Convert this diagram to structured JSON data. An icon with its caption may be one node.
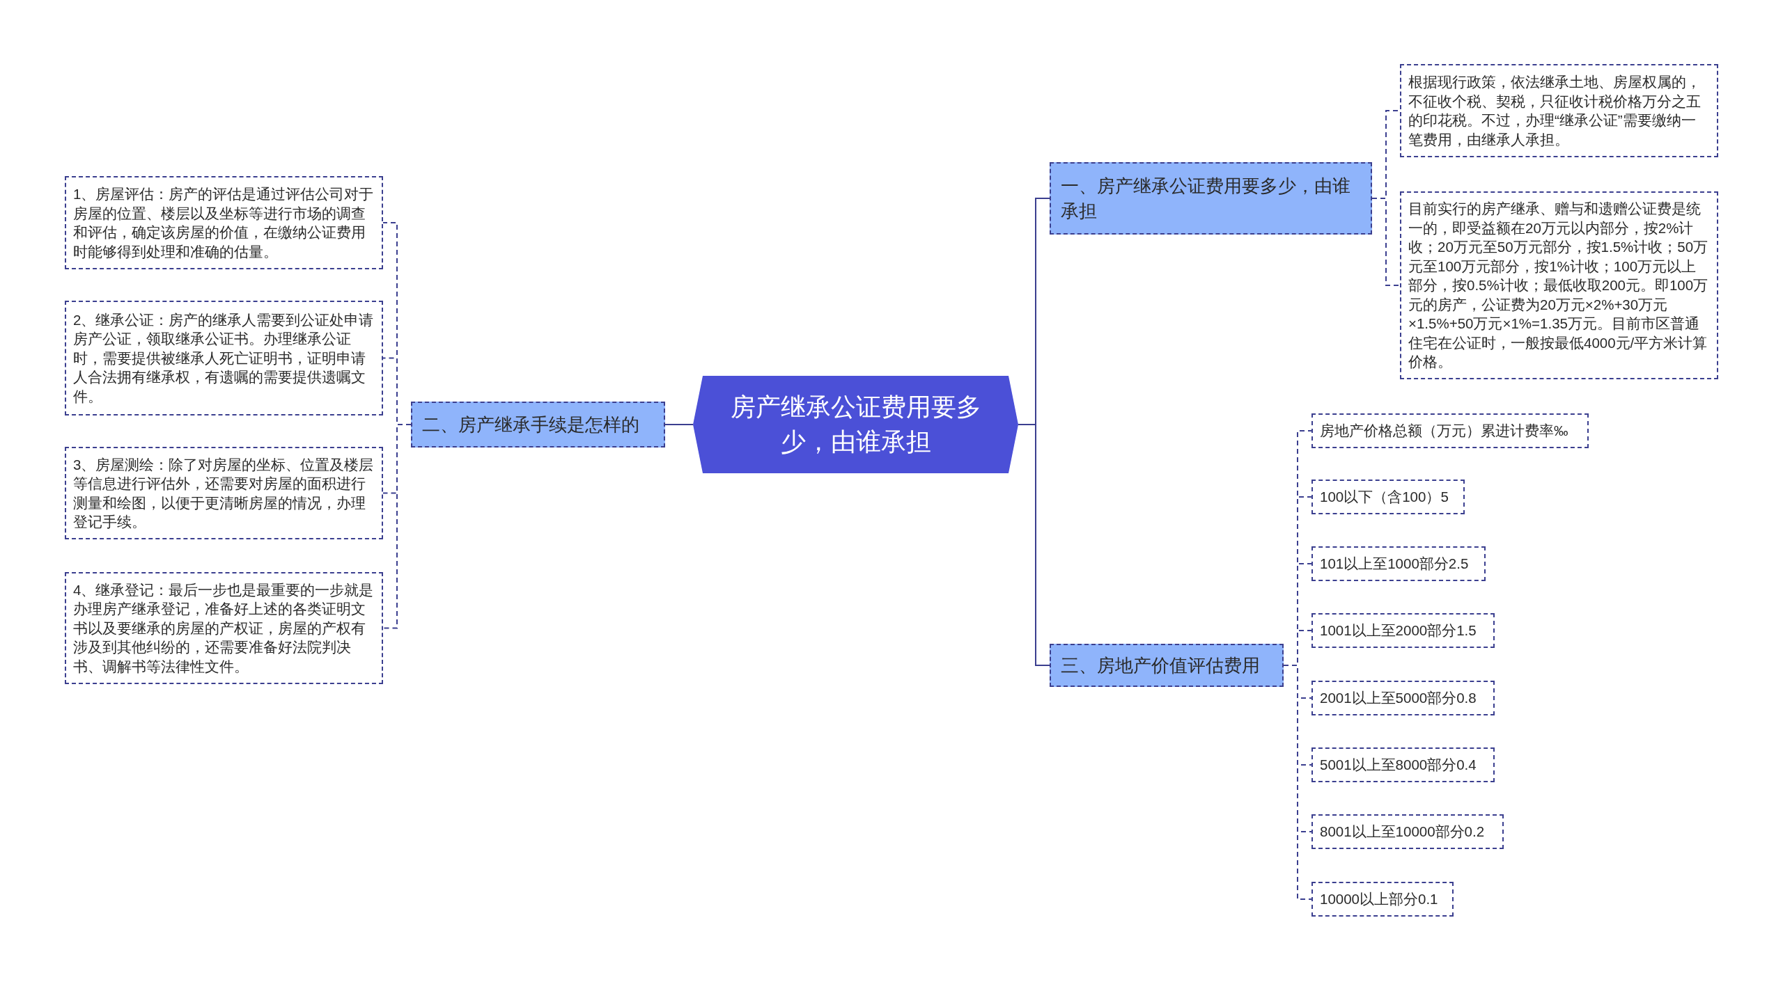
{
  "diagram": {
    "nodes": [
      {
        "text": [
          "房产继承公证费用要多少，由谁承担"
        ]
      },
      {
        "text": [
          "一、房产继承公证费用要多少，由谁承担"
        ]
      },
      {
        "text": [
          "根据现行政策，依法继承土地、房屋权属的，不征收个税、契税，只征收计税价格万分之五的印花税。不过，办理“继承公证”需要缴纳一笔费用，由继承人承担。"
        ]
      },
      {
        "text": [
          "目前实行的房产继承、赠与和遗赠公证费是统一的，即受益额在20万元以内部分，按2%计收；20万元至50万元部分，按1.5%计收；50万元至100万元部分，按1%计收；100万元以上部分，按0.5%计收；最低收取200元。即100万元的房产，公证费为20万元×2%+30万元×1.5%+50万元×1%=1.35万元。目前市区普通住宅在公证时，一般按最低4000元/平方米计算价格。"
        ]
      },
      {
        "text": [
          "二、房产继承手续是怎样的"
        ]
      },
      {
        "text": [
          "1、房屋评估：房产的评估是通过评估公司对于房屋的位置、楼层以及坐标等进行市场的调查和评估，确定该房屋的价值，在缴纳公证费用时能够得到处理和准确的估量。"
        ]
      },
      {
        "text": [
          "2、继承公证：房产的继承人需要到公证处申请房产公证，领取继承公证书。办理继承公证时，需要提供被继承人死亡证明书，证明申请人合法拥有继承权，有遗嘱的需要提供遗嘱文件。"
        ]
      },
      {
        "text": [
          "3、房屋测绘：除了对房屋的坐标、位置及楼层等信息进行评估外，还需要对房屋的面积进行测量和绘图，以便于更清晰房屋的情况，办理登记手续。"
        ]
      },
      {
        "text": [
          "4、继承登记：最后一步也是最重要的一步就是办理房产继承登记，准备好上述的各类证明文书以及要继承的房屋的产权证，房屋的产权有涉及到其他纠纷的，还需要准备好法院判决书、调解书等法律性文件。"
        ]
      },
      {
        "text": [
          "三、房地产价值评估费用"
        ]
      },
      {
        "text": [
          "房地产价格总额（万元）累进计费率‰"
        ]
      },
      {
        "text": [
          "100以下（含100）5"
        ]
      },
      {
        "text": [
          "101以上至1000部分2.5"
        ]
      },
      {
        "text": [
          "1001以上至2000部分1.5"
        ]
      },
      {
        "text": [
          "2001以上至5000部分0.8"
        ]
      },
      {
        "text": [
          "5001以上至8000部分0.4"
        ]
      },
      {
        "text": [
          "8001以上至10000部分0.2"
        ]
      },
      {
        "text": [
          "10000以上部分0.1"
        ]
      }
    ],
    "edges": [
      {
        "from": 0,
        "to": 1,
        "arrow": "none"
      },
      {
        "from": 1,
        "to": 2,
        "arrow": "none",
        "style": "dashed"
      },
      {
        "from": 1,
        "to": 3,
        "arrow": "none",
        "style": "dashed"
      },
      {
        "from": 0,
        "to": 4,
        "arrow": "none"
      },
      {
        "from": 4,
        "to": 5,
        "arrow": "none",
        "style": "dashed"
      },
      {
        "from": 4,
        "to": 6,
        "arrow": "none",
        "style": "dashed"
      },
      {
        "from": 4,
        "to": 7,
        "arrow": "none",
        "style": "dashed"
      },
      {
        "from": 4,
        "to": 8,
        "arrow": "none",
        "style": "dashed"
      },
      {
        "from": 0,
        "to": 9,
        "arrow": "none"
      },
      {
        "from": 9,
        "to": 10,
        "arrow": "none",
        "style": "dashed"
      },
      {
        "from": 9,
        "to": 11,
        "arrow": "none",
        "style": "dashed"
      },
      {
        "from": 9,
        "to": 12,
        "arrow": "none",
        "style": "dashed"
      },
      {
        "from": 9,
        "to": 13,
        "arrow": "none",
        "style": "dashed"
      },
      {
        "from": 9,
        "to": 14,
        "arrow": "none",
        "style": "dashed"
      },
      {
        "from": 9,
        "to": 15,
        "arrow": "none",
        "style": "dashed"
      },
      {
        "from": 9,
        "to": 16,
        "arrow": "none",
        "style": "dashed"
      },
      {
        "from": 9,
        "to": 17,
        "arrow": "none",
        "style": "dashed"
      }
    ]
  }
}
